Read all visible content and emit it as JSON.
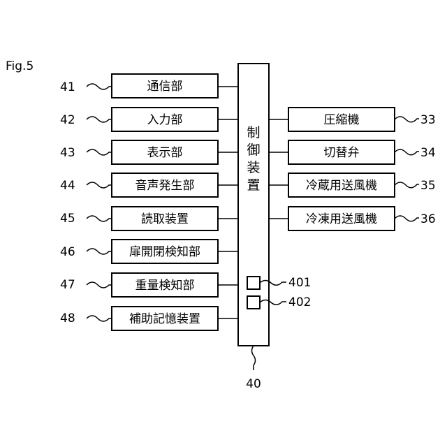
{
  "figure_label": "Fig.5",
  "controller": {
    "ref": "40",
    "label_chars": [
      "制",
      "御",
      "装",
      "置"
    ]
  },
  "left_units": [
    {
      "ref": "41",
      "label": "通信部"
    },
    {
      "ref": "42",
      "label": "入力部"
    },
    {
      "ref": "43",
      "label": "表示部"
    },
    {
      "ref": "44",
      "label": "音声発生部"
    },
    {
      "ref": "45",
      "label": "読取装置"
    },
    {
      "ref": "46",
      "label": "扉開閉検知部"
    },
    {
      "ref": "47",
      "label": "重量検知部"
    },
    {
      "ref": "48",
      "label": "補助記憶装置"
    }
  ],
  "right_units": [
    {
      "ref": "33",
      "label": "圧縮機"
    },
    {
      "ref": "34",
      "label": "切替弁"
    },
    {
      "ref": "35",
      "label": "冷蔵用送風機"
    },
    {
      "ref": "36",
      "label": "冷凍用送風機"
    }
  ],
  "internal_units": [
    {
      "ref": "401"
    },
    {
      "ref": "402"
    }
  ]
}
